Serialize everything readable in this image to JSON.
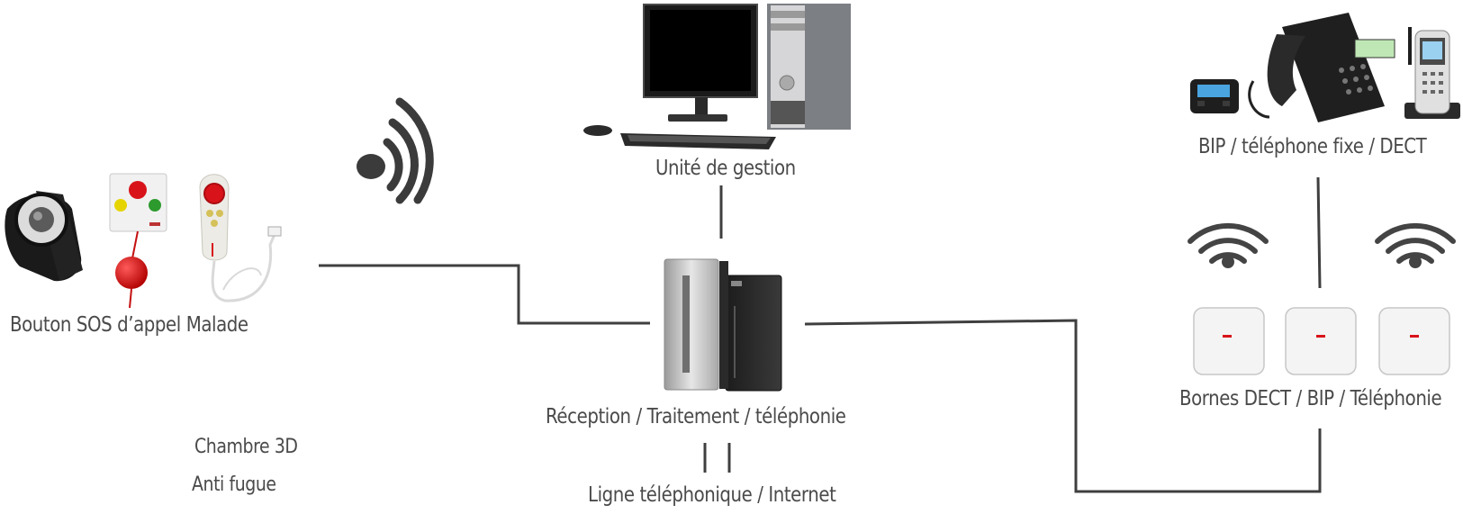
{
  "labels": {
    "sos_buttons": "Bouton SOS d’appel Malade",
    "management_unit": "Unité de gestion",
    "processing_unit": "Réception / Traitement / téléphonie",
    "phone_line": "Ligne téléphonique / Internet",
    "room_3d": "Chambre 3D",
    "anti_fugue": "Anti fugue",
    "phones": "BIP / téléphone fixe / DECT",
    "dect_bases": "Bornes DECT / BIP / Téléphonie"
  },
  "icons": {
    "wristband": "sos-wristband-icon",
    "wall_unit": "wall-call-unit-icon",
    "pear_button": "pear-call-button-icon",
    "broadcast": "wireless-broadcast-icon",
    "desktop_pc": "desktop-computer-icon",
    "server_tower": "server-tower-icon",
    "pager": "pager-icon",
    "desk_phone": "desk-phone-icon",
    "dect_handset": "dect-handset-icon",
    "wifi": "wifi-icon",
    "dect_base": "dect-base-station-icon"
  },
  "colors": {
    "line": "#3f3f3f",
    "text": "#4a4a4a",
    "alarm_red": "#d8141a",
    "wifi": "#444444"
  }
}
